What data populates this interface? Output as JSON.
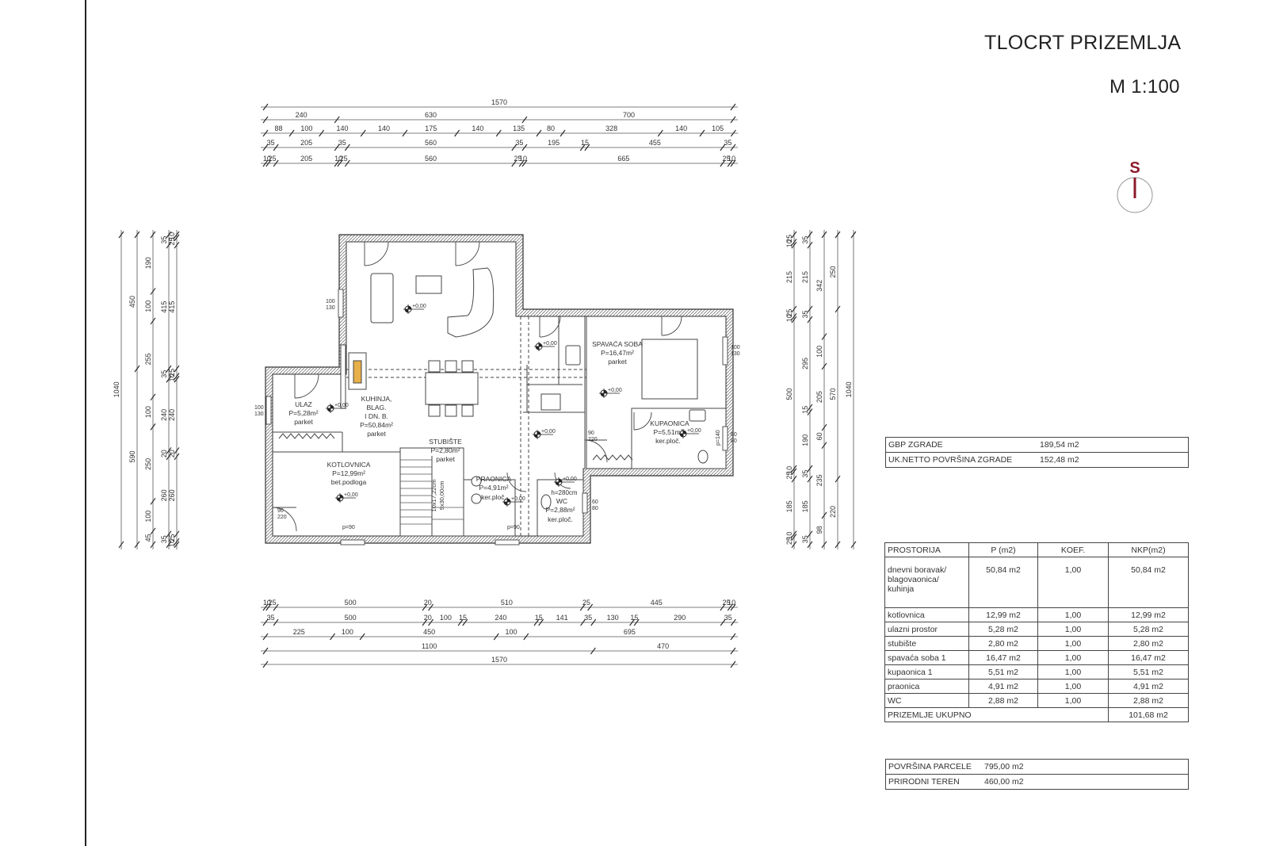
{
  "title": "TLOCRT PRIZEMLJA",
  "scale": "M 1:100",
  "north_arrow": {
    "label": "S",
    "color": "#8b1a2a"
  },
  "dimensions": {
    "top": [
      [
        "1570"
      ],
      [
        "240",
        "630",
        "700"
      ],
      [
        "88",
        "100",
        "140",
        "140",
        "175",
        "140",
        "135",
        "80",
        "328",
        "140",
        "105"
      ],
      [
        "35",
        "205",
        "35",
        "560",
        "35",
        "195",
        "15",
        "455",
        "35"
      ],
      [
        "10",
        "25",
        "205",
        "10",
        "25",
        "560",
        "25",
        "10",
        "665",
        "25",
        "10"
      ]
    ],
    "bottom": [
      [
        "10",
        "25",
        "500",
        "20",
        "510",
        "25",
        "445",
        "25",
        "10"
      ],
      [
        "35",
        "500",
        "20",
        "100",
        "15",
        "240",
        "15",
        "141",
        "35",
        "130",
        "15",
        "290",
        "35"
      ],
      [
        "225",
        "100",
        "450",
        "100",
        "695"
      ],
      [
        "1100",
        "470"
      ],
      [
        "1570"
      ]
    ],
    "left": [
      [
        "1040"
      ],
      [
        "450",
        "590"
      ],
      [
        "190",
        "100",
        "255",
        "100",
        "250",
        "100",
        "45"
      ],
      [
        "35",
        "415",
        "35",
        "240",
        "20",
        "260",
        "35"
      ],
      [
        "10",
        "25",
        "415",
        "25",
        "10",
        "240",
        "20",
        "260",
        "25",
        "10"
      ]
    ],
    "right": [
      [
        "25",
        "10",
        "215",
        "25",
        "10",
        "500",
        "10",
        "25",
        "185",
        "10",
        "25"
      ],
      [
        "35",
        "215",
        "35",
        "295",
        "15",
        "190",
        "35",
        "185",
        "35"
      ],
      [
        "342",
        "100",
        "205",
        "60",
        "235",
        "98"
      ],
      [
        "250",
        "570",
        "220"
      ],
      [
        "1040"
      ]
    ]
  },
  "rooms": {
    "ulaz": {
      "name": "ULAZ",
      "area": "P=5,28m²",
      "floor": "parket"
    },
    "kuhinja": {
      "name1": "KUHINJA,",
      "name2": "BLAG.",
      "name3": "I DN. B.",
      "area": "P=50,84m²",
      "floor": "parket"
    },
    "spavaca": {
      "name": "SPAVAĆA SOBA",
      "area": "P=16,47m²",
      "floor": "parket"
    },
    "kupaonica": {
      "name": "KUPAONICA",
      "area": "P=5,51m²",
      "floor": "ker.ploč."
    },
    "stubiste": {
      "name": "STUBIŠTE",
      "area": "P=2,80m²",
      "floor": "parket",
      "steps1": "10x17,22cm",
      "steps2": "9x30,00cm"
    },
    "kotlovnica": {
      "name": "KOTLOVNICA",
      "area": "P=12,99m²",
      "floor": "bet.podloga"
    },
    "praonica": {
      "name": "PRAONICA",
      "area": "P=4,91m²",
      "floor": "ker.ploč."
    },
    "wc": {
      "name": "WC",
      "area": "P=2,88m²",
      "floor": "ker.ploč.",
      "height": "h=280cm"
    }
  },
  "level_mark": "+0,00",
  "openings": {
    "win_100_130": [
      "100",
      "130"
    ],
    "win_60_80": [
      "60",
      "80"
    ],
    "door_90_220": [
      "90",
      "220"
    ],
    "p90": "p=90",
    "p140": "p=140"
  },
  "gbp_table": [
    {
      "label": "GBP ZGRADE",
      "value": "189,54 m2"
    },
    {
      "label": "UK.NETTO POVRŠINA ZGRADE",
      "value": "152,48 m2"
    }
  ],
  "room_table": {
    "headers": [
      "PROSTORIJA",
      "P (m2)",
      "KOEF.",
      "NKP(m2)"
    ],
    "rows": [
      [
        "dnevni boravak/ blagovaonica/ kuhinja",
        "50,84 m2",
        "1,00",
        "50,84 m2"
      ],
      [
        "kotlovnica",
        "12,99 m2",
        "1,00",
        "12,99 m2"
      ],
      [
        "ulazni prostor",
        "5,28 m2",
        "1,00",
        "5,28 m2"
      ],
      [
        "stubište",
        "2,80 m2",
        "1,00",
        "2,80 m2"
      ],
      [
        "spavaća soba 1",
        "16,47 m2",
        "1,00",
        "16,47 m2"
      ],
      [
        "kupaonica 1",
        "5,51 m2",
        "1,00",
        "5,51 m2"
      ],
      [
        "praonica",
        "4,91 m2",
        "1,00",
        "4,91 m2"
      ],
      [
        "WC",
        "2,88 m2",
        "1,00",
        "2,88 m2"
      ]
    ],
    "total_label": "PRIZEMLJE UKUPNO",
    "total_value": "101,68 m2"
  },
  "parcel_table": [
    {
      "label": "POVRŠINA PARCELE",
      "value": "795,00 m2"
    },
    {
      "label": "PRIRODNI TEREN",
      "value": "460,00 m2"
    }
  ]
}
